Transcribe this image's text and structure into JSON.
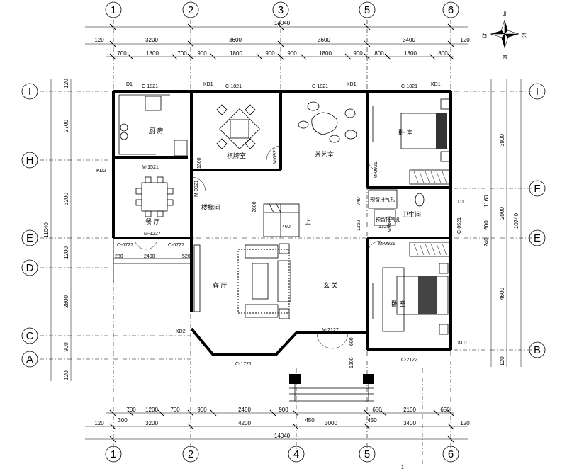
{
  "compass": {
    "north": "北",
    "south": "南",
    "east": "东",
    "west": "西"
  },
  "grid": {
    "cols": [
      "1",
      "2",
      "3",
      "5",
      "6"
    ],
    "bottom_cols": [
      "1",
      "2",
      "4",
      "5",
      "6"
    ],
    "rows_left": [
      "I",
      "H",
      "E",
      "D",
      "C",
      "A"
    ],
    "rows_right": [
      "I",
      "F",
      "E",
      "B"
    ]
  },
  "dims": {
    "top_total": "14040",
    "top_mid": [
      "120",
      "3200",
      "3600",
      "3600",
      "3400",
      "120"
    ],
    "top_fine": [
      "700",
      "1800",
      "700",
      "900",
      "1800",
      "900",
      "900",
      "1800",
      "900",
      "800",
      "1800",
      "800"
    ],
    "bottom_fine": [
      "700",
      "1200",
      "700",
      "900",
      "2400",
      "900",
      "650",
      "2100",
      "650"
    ],
    "bottom_small": [
      "300",
      "450",
      "450"
    ],
    "bottom_mid": [
      "120",
      "3200",
      "4200",
      "3000",
      "3400",
      "120"
    ],
    "bottom_total": "14040",
    "left_fine": [
      "120",
      "2700",
      "3200",
      "1200",
      "2800",
      "900",
      "120"
    ],
    "left_total": "11040",
    "right_fine": [
      "3900",
      "2000",
      "4600",
      "120"
    ],
    "right_small": [
      "1160",
      "600",
      "240"
    ],
    "right_total": "10740"
  },
  "rooms": {
    "kitchen": "厨 房",
    "chess": "棋牌室",
    "tea": "茶艺室",
    "bedroom1": "卧 室",
    "dining": "餐 厅",
    "stair": "楼梯间",
    "bath": "卫生间",
    "living": "客 厅",
    "entrance": "玄 关",
    "bedroom2": "卧 室"
  },
  "labels": {
    "c1": "C-1821",
    "c2": "C-1821",
    "c3": "C-1821",
    "c4": "C-1821",
    "d1_a": "D1",
    "kd1_a": "KD1",
    "kd1_b": "KD1",
    "kd1_c": "KD1",
    "kd2_a": "KD2",
    "kd2_b": "KD2",
    "d1_b": "D1",
    "kd1_d": "KD1",
    "m1521": "M-1521",
    "m0921a": "M-0921",
    "m0921b": "M-0921",
    "m0921c": "M-0921",
    "m0921d": "M-0921",
    "m0821": "M-0821",
    "m1227": "M-1227",
    "c0727a": "C-0727",
    "c0727b": "C-0727",
    "c0621": "C-0621",
    "c1721": "C-1721",
    "m2127": "M-2127",
    "c2122": "C-2122",
    "up": "上",
    "hold1": "预留排气孔",
    "hold2": "预留排气孔",
    "d1300": "1300",
    "d2600": "2600",
    "d400": "400",
    "d740": "740",
    "d1260": "1260",
    "d1320": "1320",
    "d280": "280",
    "d2400": "2400",
    "d520": "520",
    "d600a": "600",
    "d1200": "1200",
    "page": "1"
  }
}
